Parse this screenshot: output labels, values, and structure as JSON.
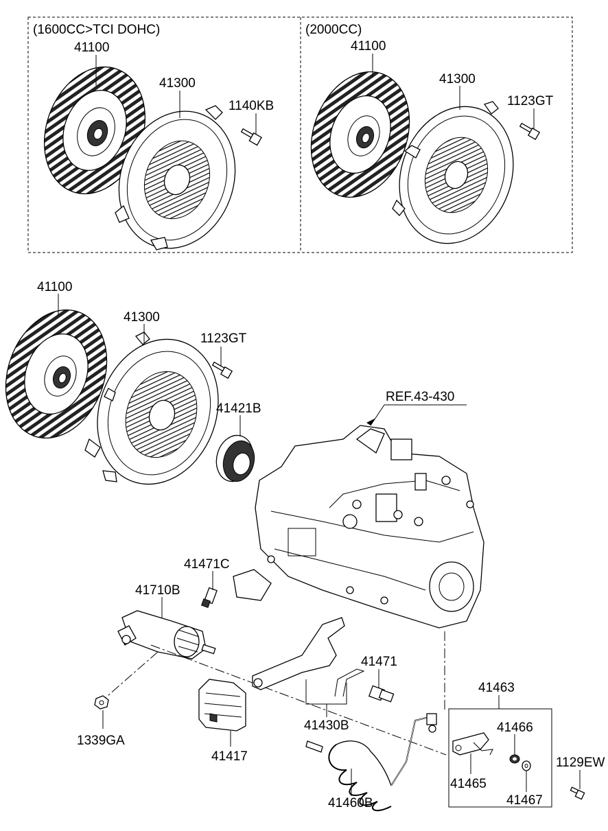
{
  "header_boxes": {
    "left_title": "(1600CC>TCI DOHC)",
    "right_title": "(2000CC)"
  },
  "labels": {
    "disc_left": "41100",
    "cover_left": "41300",
    "bolt_left": "1140KB",
    "disc_right": "41100",
    "cover_right": "41300",
    "bolt_right": "1123GT",
    "disc_main": "41100",
    "cover_main": "41300",
    "bolt_main": "1123GT",
    "release_bearing": "41421B",
    "ref": "REF.43-430",
    "pivot": "41471C",
    "cylinder": "41710B",
    "fork_spring": "41471",
    "bracket_group": "41463",
    "clip": "41466",
    "nut": "1339GA",
    "boot": "41417",
    "fork": "41430B",
    "bracket": "41465",
    "bolt_bracket": "1129EW",
    "hose": "41460B",
    "washer": "41467"
  }
}
